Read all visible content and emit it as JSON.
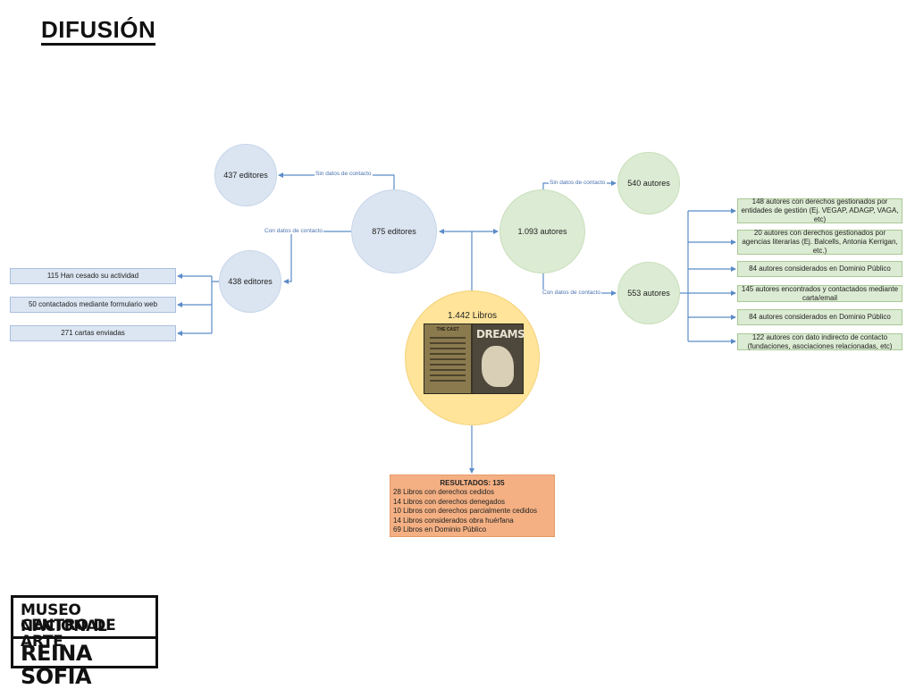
{
  "title": "DIFUSIÓN",
  "nodes": {
    "editores_437": "437 editores",
    "editores_875": "875 editores",
    "editores_438": "438 editores",
    "autores_1093": "1.093 autores",
    "autores_540": "540 autores",
    "autores_553": "553 autores",
    "libros": "1.442 Libros"
  },
  "edge_labels": {
    "sin_datos_editores": "Sin datos de contacto",
    "con_datos_editores": "Con datos de contacto",
    "sin_datos_autores": "Sin datos de contacto",
    "con_datos_autores": "Con datos de contacto"
  },
  "editor_outcomes": [
    "115 Han cesado su actividad",
    "50 contactados mediante formulario web",
    "271 cartas enviadas"
  ],
  "author_outcomes": [
    "148 autores con derechos gestionados por entidades de gestión (Ej. VEGAP, ADAGP, VAGA, etc)",
    "20 autores con derechos gestionados por agencias literarias (Ej. Balcells, Antonia Kerrigan, etc.)",
    "84 autores considerados en Dominio Público",
    "145 autores encontrados y contactados mediante carta/email",
    "84 autores considerados en Dominio Público",
    "122 autores con dato indirecto de contacto (fundaciones, asociaciones relacionadas, etc)"
  ],
  "results": {
    "title": "RESULTADOS: 135",
    "lines": [
      "28 Libros con derechos cedidos",
      "14 Libros con derechos denegados",
      "10 Libros con derechos parcialmente cedidos",
      "14 Libros considerados obra huérfana",
      "69 Libros en Dominio Público"
    ]
  },
  "book_cover": {
    "left_title": "THE CAST",
    "right_title": "DREAMS"
  },
  "logo": {
    "line1": "MUSEO NACIONAL",
    "line2": "CENTRO DE ARTE",
    "line3": "REINA SOFIA"
  },
  "colors": {
    "editor_circle": "#dbe5f1",
    "author_circle": "#dcebd3",
    "book_circle": "#ffe49a",
    "results_box": "#f4b083",
    "arrow": "#5b8cc8"
  }
}
